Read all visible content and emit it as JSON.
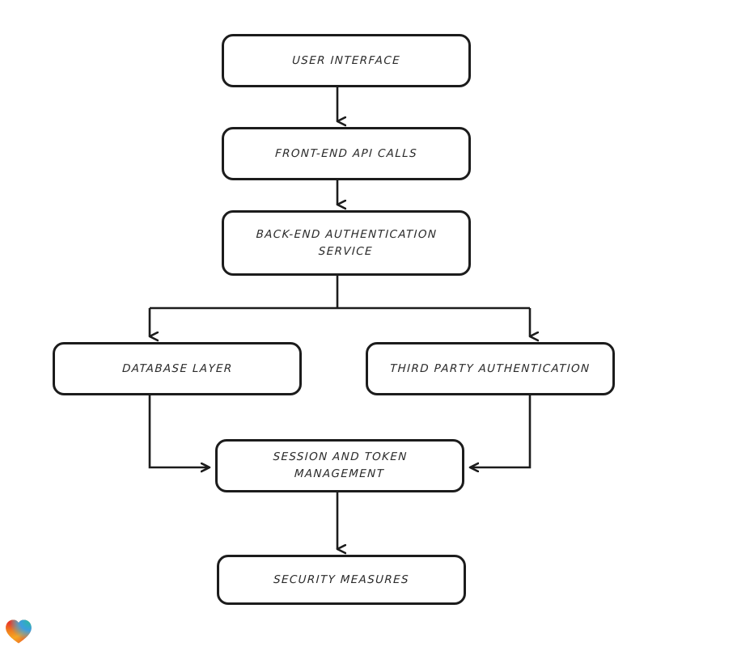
{
  "diagram": {
    "title": "Authentication System Architecture Flowchart",
    "style": "hand-drawn rounded rectangles with directed arrows",
    "background_color": "#ffffff",
    "stroke_color": "#1c1c1c",
    "text_color": "#2a2a2a",
    "nodes": [
      {
        "id": "user-interface",
        "label": "User Interface"
      },
      {
        "id": "frontend-api",
        "label": "Front-End API Calls"
      },
      {
        "id": "backend-auth",
        "label": "Back-End Authentication\nService"
      },
      {
        "id": "database-layer",
        "label": "Database Layer"
      },
      {
        "id": "third-party-auth",
        "label": "Third Party Authentication"
      },
      {
        "id": "session-token",
        "label": "Session and Token\nManagement"
      },
      {
        "id": "security-measures",
        "label": "Security Measures"
      }
    ],
    "edges": [
      {
        "from": "user-interface",
        "to": "frontend-api",
        "direction": "down"
      },
      {
        "from": "frontend-api",
        "to": "backend-auth",
        "direction": "down"
      },
      {
        "from": "backend-auth",
        "to": "database-layer",
        "direction": "down-left-split"
      },
      {
        "from": "backend-auth",
        "to": "third-party-auth",
        "direction": "down-right-split"
      },
      {
        "from": "database-layer",
        "to": "session-token",
        "direction": "down-then-right"
      },
      {
        "from": "third-party-auth",
        "to": "session-token",
        "direction": "down-then-left"
      },
      {
        "from": "session-token",
        "to": "security-measures",
        "direction": "down"
      }
    ]
  },
  "watermark": {
    "icon_name": "heart-icon",
    "colors": [
      "#e8322a",
      "#f07c1e",
      "#f5a623",
      "#3c9de0",
      "#2bb6a8"
    ]
  }
}
